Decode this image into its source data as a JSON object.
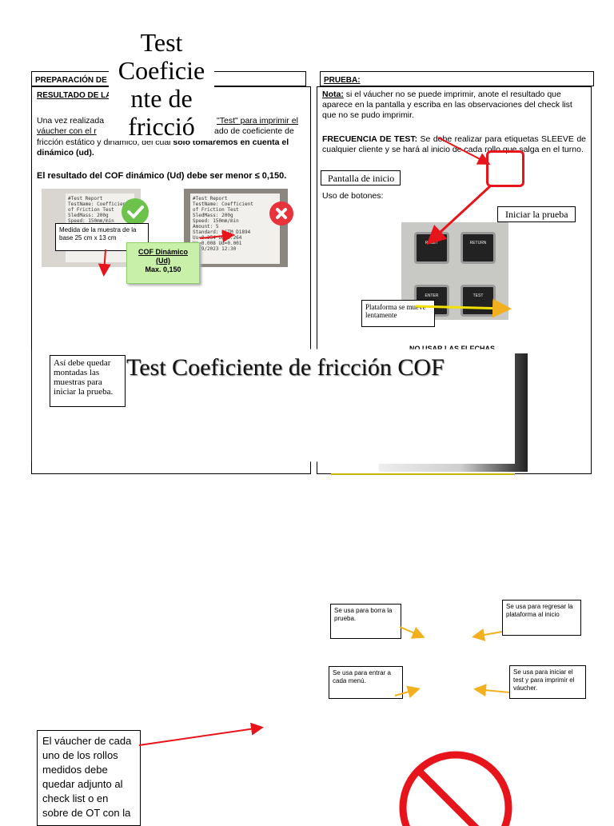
{
  "left_panel": {
    "header": "PREPARACIÓN DE",
    "subheader": "RESULTADO DE LA",
    "para1_a": "Una vez realizada",
    "para1_b": "\"Test\" para imprimir el",
    "para1_c": "váucher con el r",
    "para1_d": "ado de coeficiente de",
    "para1_e": "fricción estático y dinámico, del cual ",
    "para1_bold": "solo tomaremos en cuenta el dinámico (ud).",
    "cof_rule": "El resultado del COF dinámico (Ud) debe ser menor ≤ 0,150.",
    "callout_base": "Medida de la muestra de la base 25 cm x 13 cm",
    "cof_box_line1": "COF Dinámico",
    "cof_box_line2": "(Ud)",
    "cof_box_line3": "Max. 0,150",
    "receipt_ok": "#Test Report\nTestName: Coefficient\nof Friction Test\nSledMass: 200g\nSpeed: 150mm/min\nAmount: 3",
    "receipt_bad": "#Test Report\nTestName: Coefficient\nof Friction Test\nSledMass: 200g\nSpeed: 150mm/min\nAmount: 5\nStandard: ASTM D1894\nUs=0.254 Ud=0.264\nUs=0.008 Ud=0.001\n1/ 9/2023 12:30",
    "callout_samples": "Así debe quedar montadas las muestras para iniciar la prueba."
  },
  "title_overlay": {
    "line1": "Test",
    "line2": "Coeficie",
    "line3": "nte de",
    "line4": "fricció"
  },
  "right_panel": {
    "header": "PRUEBA:",
    "note_label": "Nota:",
    "note_text": " si el váucher no se puede imprimir, anote el resultado que aparece en la pantalla y escriba en las observaciones del check list que no se pudo imprimir.",
    "freq_label": "FRECUENCIA DE TEST:",
    "freq_text": " Se debe realizar para etiquetas SLEEVE de cualquier cliente y se hará al inicio de cada rollo que salga en el turno.",
    "pantalla": "Pantalla de inicio",
    "uso_botones": "Uso de botones:",
    "iniciar": "Iniciar la prueba",
    "plataforma": "Plataforma se mueve lentamente",
    "no_flechas": "NO USAR LAS FLECHAS",
    "keys": [
      "RESET",
      "RETURN",
      "ENTER",
      "TEST"
    ]
  },
  "banner": {
    "title": "Test Coeficiente de fricción COF"
  },
  "lower": {
    "callout_borra": "Se usa para borra la prueba.",
    "callout_regresar": "Se usa para regresar la plataforma al inicio",
    "callout_entrar": "Se usa para entrar a cada menú.",
    "callout_iniciar": "Se usa para iniciar el test y para imprimir el váucher.",
    "callout_vaucher": "El váucher de cada uno de los rollos medidos debe quedar adjunto al check list o en sobre de OT con la"
  },
  "colors": {
    "red_arrow": "#e8141b",
    "yellow_arrow": "#f2b01e",
    "green_ok": "#6cc24a",
    "red_bad": "#e8323c",
    "cof_box": "#c9f0a8"
  }
}
